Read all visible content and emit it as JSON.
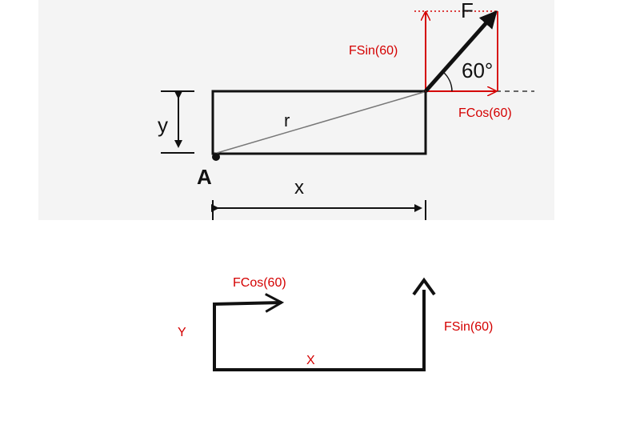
{
  "colors": {
    "ink": "#111111",
    "accent_red": "#d40000",
    "line_grey": "#777777",
    "backdrop": "#f4f4f4"
  },
  "top_diagram": {
    "label_F": "F",
    "label_angle": "60°",
    "label_fsin": "FSin(60)",
    "label_fcos": "FCos(60)",
    "label_r": "r",
    "label_y": "y",
    "label_A": "A",
    "label_x": "x"
  },
  "bottom_diagram": {
    "label_fcos": "FCos(60)",
    "label_fsin": "FSin(60)",
    "label_Y": "Y",
    "label_X": "X"
  }
}
